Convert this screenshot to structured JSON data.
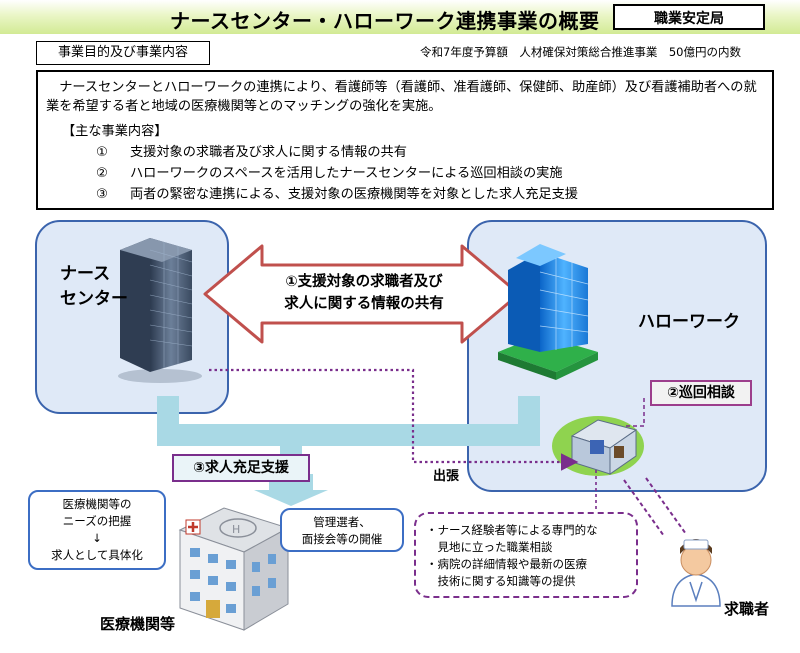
{
  "header": {
    "title": "ナースセンター・ハローワーク連携事業の概要",
    "bureau": "職業安定局"
  },
  "purpose_label": "事業目的及び事業内容",
  "budget_note": "令和7年度予算額　人材確保対策総合推進事業　50億円の内数",
  "summary": {
    "text": "ナースセンターとハローワークの連携により、看護師等（看護師、准看護師、保健師、助産師）及び看護補助者への就業を希望する者と地域の医療機関等とのマッチングの強化を実施。",
    "main_heading": "【主な事業内容】",
    "items": [
      {
        "num": "①",
        "text": "支援対象の求職者及び求人に関する情報の共有"
      },
      {
        "num": "②",
        "text": "ハローワークのスペースを活用したナースセンターによる巡回相談の実施"
      },
      {
        "num": "③",
        "text": "両者の緊密な連携による、支援対象の医療機関等を対象とした求人充足支援"
      }
    ]
  },
  "diagram": {
    "nurse_center": [
      "ナース",
      "センター"
    ],
    "hello_work": "ハローワーク",
    "arrow_label": [
      "①支援対象の求職者及び",
      "求人に関する情報の共有"
    ],
    "patrol_label": "②巡回相談",
    "business_trip": "出張",
    "job_support_label": "③求人充足支援",
    "needs_bubble": [
      "医療機関等の",
      "ニーズの把握",
      "↓",
      "求人として具体化"
    ],
    "manager_bubble": [
      "管理選者、",
      "面接会等の開催"
    ],
    "consult_items": [
      "・ナース経験者等による専門的な",
      "　見地に立った職業相談",
      "・病院の詳細情報や最新の医療",
      "　技術に関する知識等の提供"
    ],
    "medical_institution": "医療機関等",
    "job_seeker": "求職者"
  },
  "colors": {
    "panel_fill": "#dfe9f7",
    "panel_border": "#3b64ad",
    "flow_band": "#a9d9e5",
    "arrow_border": "#c0504d",
    "purple": "#7a2e8c",
    "title_green": "#d2ea94"
  }
}
